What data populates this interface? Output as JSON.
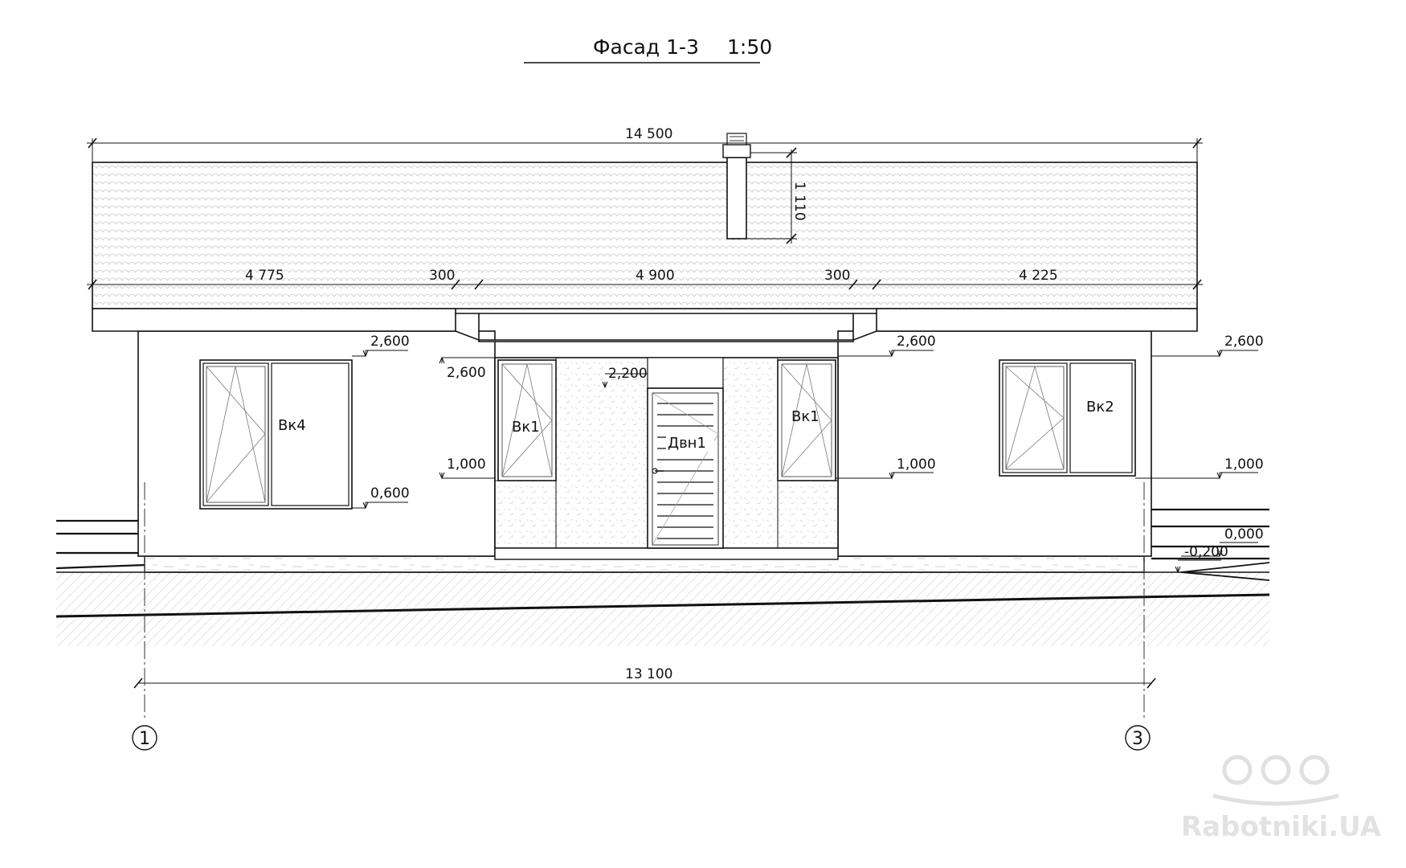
{
  "title": {
    "name": "Фасад 1-3",
    "scale": "1:50"
  },
  "dimensions": {
    "overall_top": "14 500",
    "chimney_height": "1 110",
    "seg_left": "4 775",
    "seg_gap_left": "300",
    "seg_mid": "4 900",
    "seg_gap_right": "300",
    "seg_right": "4 225",
    "overall_bottom": "13 100"
  },
  "levels": {
    "left_window_top": "2,600",
    "left_window_bottom": "0,600",
    "porch_top": "2,600",
    "porch_sill": "1,000",
    "door_top": "2,200",
    "right_eave": "2,600",
    "right_sill": "1,000",
    "far_right_top": "2,600",
    "far_right_sill": "1,000",
    "ground_zero": "0,000",
    "ground_minus": "-0,200"
  },
  "tags": {
    "window_left": "Вк4",
    "window_porch_left": "Вк1",
    "door": "Двн1",
    "window_porch_right": "Вк1",
    "window_right": "Вк2"
  },
  "axes": {
    "left": "1",
    "right": "3"
  },
  "watermark": {
    "text": "Rabotniki.UA",
    "icon": "workers-helmet-icon"
  }
}
